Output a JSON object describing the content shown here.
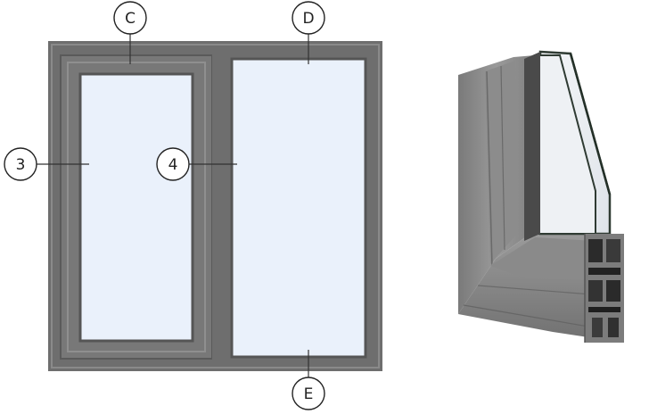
{
  "callouts": {
    "c": "C",
    "d": "D",
    "e": "E",
    "three": "3",
    "four": "4"
  },
  "colors": {
    "frame": "#6e6e6e",
    "frame_dark": "#555555",
    "frame_light": "#8a8a8a",
    "glass": "#eaf1fb",
    "glass_edge": "#c9d4e2",
    "leader": "#333333"
  },
  "icons": {
    "profile": "window-corner-profile-icon"
  }
}
